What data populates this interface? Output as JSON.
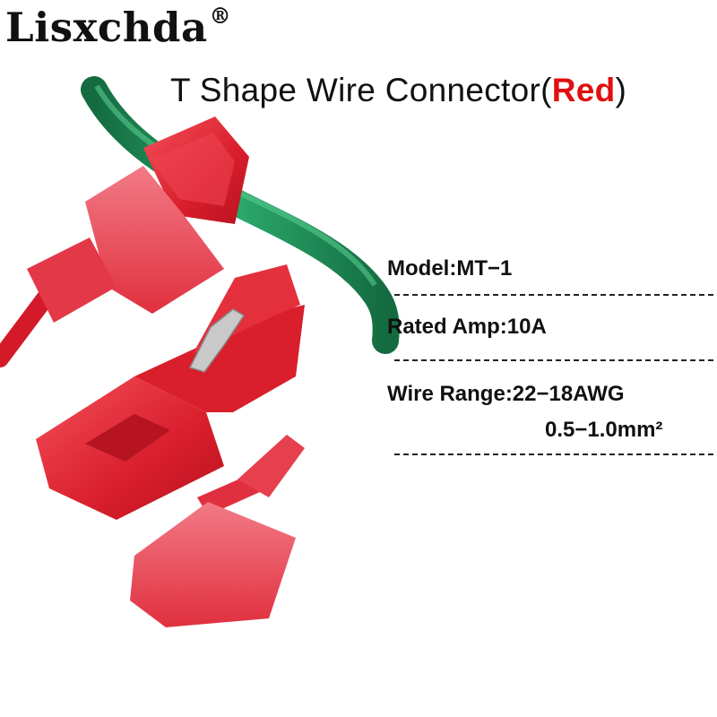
{
  "brand": {
    "name": "Lisxchda",
    "mark": "®"
  },
  "title": {
    "text": "T Shape Wire Connector(",
    "color_word": "Red",
    "close": ")"
  },
  "specs": {
    "model": "Model:MT−1",
    "rated_amp": "Rated Amp:10A",
    "wire_range": "Wire Range:22−18AWG",
    "wire_size": "0.5−1.0mm²"
  },
  "colors": {
    "connector": "#e0222f",
    "wire_green": "#1e8a55",
    "accent_red": "#e01010"
  }
}
